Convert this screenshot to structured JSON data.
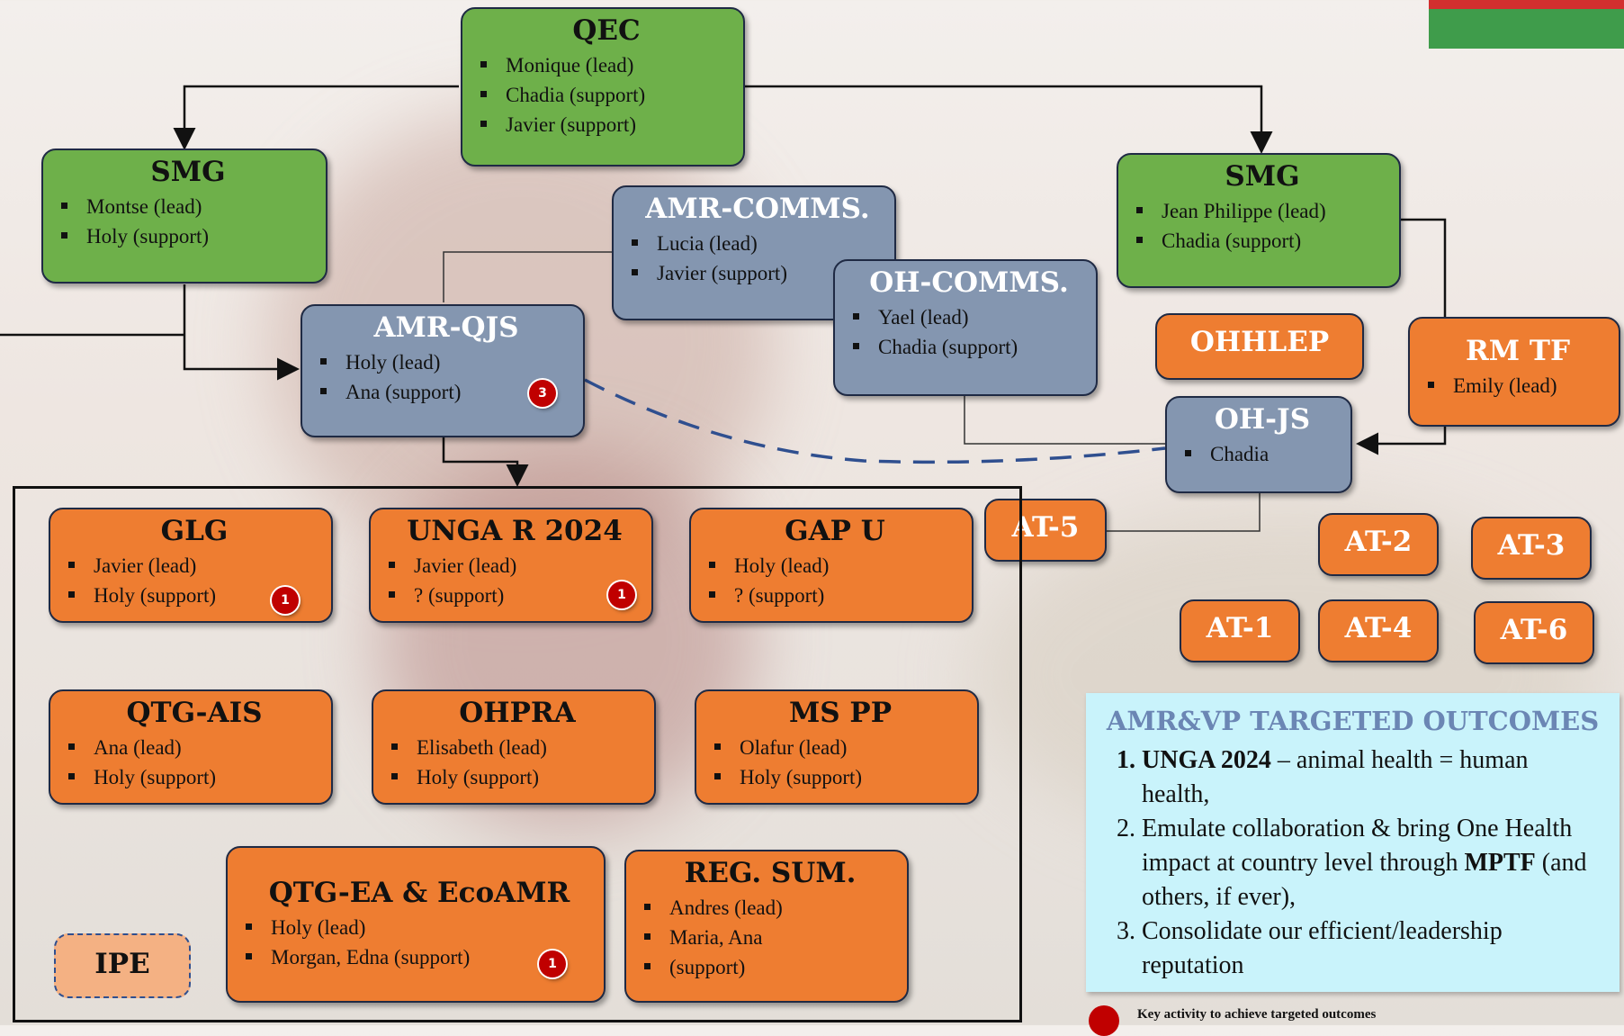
{
  "colors": {
    "green": "#6eb04a",
    "blue": "#8496b0",
    "orange": "#ee7d31",
    "badge": "#c00000",
    "outcomes_bg": "#c9f3fb"
  },
  "qec": {
    "title": "QEC",
    "items": [
      "Monique (lead)",
      "Chadia (support)",
      "Javier (support)"
    ]
  },
  "smg_left": {
    "title": "SMG",
    "items": [
      "Montse (lead)",
      "Holy (support)"
    ]
  },
  "smg_right": {
    "title": "SMG",
    "items": [
      "Jean Philippe (lead)",
      "Chadia (support)"
    ]
  },
  "amr_comms": {
    "title": "AMR-COMMS.",
    "items": [
      "Lucia (lead)",
      "Javier (support)"
    ]
  },
  "oh_comms": {
    "title": "OH-COMMS.",
    "items": [
      "Yael (lead)",
      "Chadia (support)"
    ]
  },
  "amr_qjs": {
    "title": "AMR-QJS",
    "items": [
      "Holy (lead)",
      "Ana (support)"
    ],
    "badge": "3"
  },
  "ohhlep": {
    "title": "OHHLEP"
  },
  "rm_tf": {
    "title": "RM TF",
    "items": [
      "Emily (lead)"
    ]
  },
  "oh_js": {
    "title": "OH-JS",
    "items": [
      "Chadia"
    ]
  },
  "at": {
    "at5": "AT-5",
    "at2": "AT-2",
    "at3": "AT-3",
    "at1": "AT-1",
    "at4": "AT-4",
    "at6": "AT-6"
  },
  "glg": {
    "title": "GLG",
    "items": [
      "Javier (lead)",
      "Holy (support)"
    ],
    "badge": "1"
  },
  "unga": {
    "title": "UNGA R 2024",
    "items": [
      "Javier (lead)",
      "? (support)"
    ],
    "badge": "1"
  },
  "gap_u": {
    "title": "GAP U",
    "items": [
      "Holy (lead)",
      "? (support)"
    ]
  },
  "qtg_ais": {
    "title": "QTG-AIS",
    "items": [
      "Ana (lead)",
      "Holy (support)"
    ]
  },
  "ohpra": {
    "title": "OHPRA",
    "items": [
      "Elisabeth (lead)",
      "Holy (support)"
    ]
  },
  "ms_pp": {
    "title": "MS PP",
    "items": [
      "Olafur (lead)",
      "Holy (support)"
    ]
  },
  "qtg_ea": {
    "title": "QTG-EA & EcoAMR",
    "items": [
      "Holy (lead)",
      "Morgan, Edna (support)"
    ],
    "badge": "1"
  },
  "reg_sum": {
    "title": "REG. SUM.",
    "items": [
      "Andres (lead)",
      "Maria, Ana",
      "(support)"
    ]
  },
  "ipe": {
    "title": "IPE"
  },
  "outcomes": {
    "title": "AMR&VP TARGETED OUTCOMES",
    "item1_bold": "UNGA 2024",
    "item1_rest": " – animal health = human health,",
    "item2_pre": "Emulate collaboration & bring One Health impact at country level through ",
    "item2_bold": "MPTF",
    "item2_post": " (and others, if ever),",
    "item3": "Consolidate our efficient/leadership reputation"
  },
  "legend": {
    "text": "Key activity to achieve targeted outcomes"
  }
}
